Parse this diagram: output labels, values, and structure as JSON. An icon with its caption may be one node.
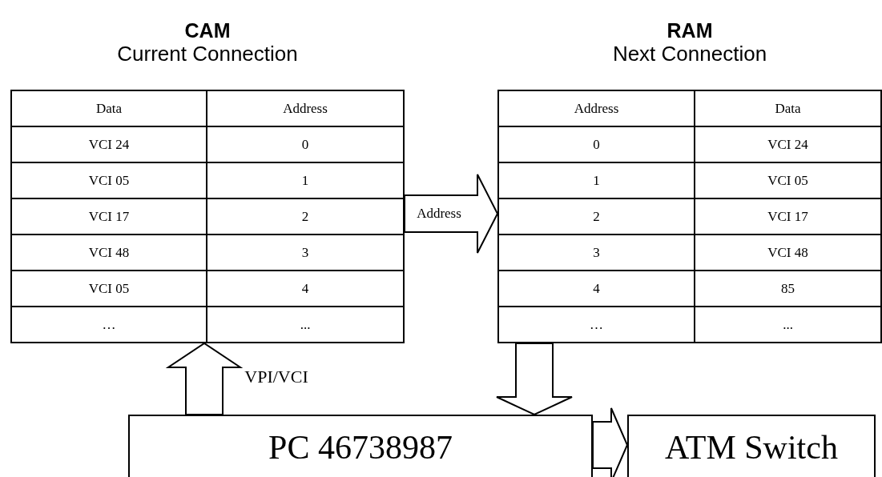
{
  "diagram": {
    "nodes": [
      {
        "text": [
          "CAM",
          "Current Connection"
        ]
      },
      {
        "text": [
          "RAM",
          "Next Connection"
        ]
      },
      {
        "text": [
          "PC 46738987"
        ]
      },
      {
        "text": [
          "ATM Switch"
        ]
      }
    ],
    "edges": [
      {
        "from": 0,
        "to": 1,
        "arrow": "to",
        "label": "Address"
      },
      {
        "from": 2,
        "to": 0,
        "arrow": "to",
        "label": "VPI/VCI"
      },
      {
        "from": 1,
        "to": 2,
        "arrow": "to"
      },
      {
        "from": 2,
        "to": 3,
        "arrow": "to"
      }
    ],
    "labels": [
      "Data",
      "Address",
      "VCI 24",
      "0",
      "VCI 05",
      "1",
      "VCI 17",
      "2",
      "VCI 48",
      "3",
      "VCI 05",
      "4",
      "…",
      "...",
      "Address",
      "Data",
      "0",
      "VCI 24",
      "1",
      "VCI 05",
      "2",
      "VCI 17",
      "3",
      "VCI 48",
      "4",
      "85",
      "…",
      "..."
    ]
  }
}
